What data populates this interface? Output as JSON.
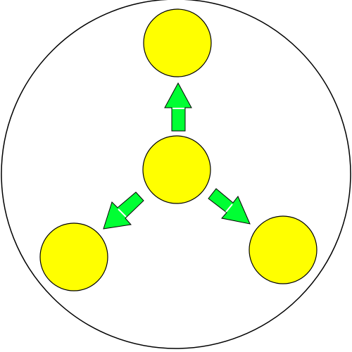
{
  "diagram": {
    "colors": {
      "background": "#ffffff",
      "outline": "#000000",
      "node_fill": "#ffff00",
      "arrow_fill": "#00ff33",
      "arrow_highlight": "#ffffff"
    },
    "nodes": [
      {
        "id": "center",
        "role": "source"
      },
      {
        "id": "top",
        "role": "target"
      },
      {
        "id": "bottom-left",
        "role": "target"
      },
      {
        "id": "bottom-right",
        "role": "target"
      }
    ],
    "edges": [
      {
        "from": "center",
        "to": "top"
      },
      {
        "from": "center",
        "to": "bottom-left"
      },
      {
        "from": "center",
        "to": "bottom-right"
      }
    ]
  }
}
